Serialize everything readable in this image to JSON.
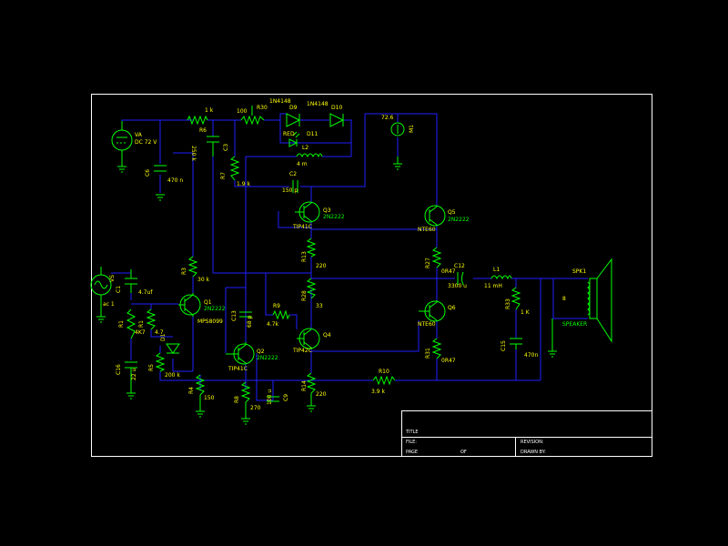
{
  "colors": {
    "background": "#000000",
    "wire": "#2020ff",
    "component": "#00ff00",
    "label": "#ffff00",
    "frame": "#ffffff"
  },
  "sources": {
    "va_name": "VA",
    "va_value": "DC 72 V",
    "vs_name": "VS",
    "vs_value": "ac 1"
  },
  "components": {
    "r6": "R6",
    "r6_val": "1 k",
    "r30": "R30",
    "r30_val": "100",
    "r5": "R5",
    "r5_val": "250 k",
    "c3": "C3",
    "d9": "D9",
    "d9_val": "1N4148",
    "d10": "D10",
    "d10_val": "1N4148",
    "d11": "D11",
    "d11_val": "RED",
    "l2": "L2",
    "l2_val": "4 m",
    "mtr": "72.6",
    "mtr_name": "M1",
    "c6": "C6",
    "c6_val": "470 n",
    "r7": "R7",
    "r7_val": "1.9 k",
    "c2": "C2",
    "c2_val": "150 p",
    "q3": "Q3",
    "q3_model": "2N2222",
    "q3_sub": "TIP41C",
    "q5": "Q5",
    "q5_model": "2N2222",
    "q5_sub": "NTE60",
    "r13": "R13",
    "r13_val": "220",
    "r3": "R3",
    "r3_val": "30 k",
    "c1": "C1",
    "c1_val": "4.7uf",
    "q1": "Q1",
    "q1_model": "2N2222",
    "q1_sub": "MPS8099",
    "r28": "R28",
    "r28_val": "33",
    "r27": "R27",
    "r27_val": "0R47",
    "c12": "C12",
    "c12_val": "3300 u",
    "l1": "L1",
    "l1_val": "11 mH",
    "spk": "SPK1",
    "spk_label": "SPEAKER",
    "spk_val": "8",
    "r33": "R33",
    "r33_val": "1 K",
    "c15": "C15",
    "c15_val": "470n",
    "q6": "Q6",
    "q6_sub": "NTE60",
    "r31": "R31",
    "r31_val": "0R47",
    "r1": "R1",
    "r1_val": "4K7",
    "r2": "R2",
    "r2_val": "4.7",
    "d1": "D1",
    "r9": "R9",
    "r9_val": "4.7k",
    "c13": "C13",
    "c13_val": "68 p",
    "q2": "Q2",
    "q2_model": "2N2222",
    "q2_sub": "TIP41C",
    "q4": "Q4",
    "q4_sub": "TIP42C",
    "c16": "C16",
    "c16_val": "22 u",
    "r5b": "R5",
    "r5b_val": "200 k",
    "r4": "R4",
    "r4_val": "150",
    "r8": "R8",
    "r8_val": "270",
    "c9": "C9",
    "c9_val": "100 u",
    "r14": "R14",
    "r14_val": "220",
    "r10": "R10",
    "r10_val": "3.9 k"
  },
  "title_block": {
    "title": "TITLE",
    "file": "FILE:",
    "page": "PAGE",
    "of": "OF",
    "revision": "REVISION:",
    "drawn_by": "DRAWN BY:"
  }
}
